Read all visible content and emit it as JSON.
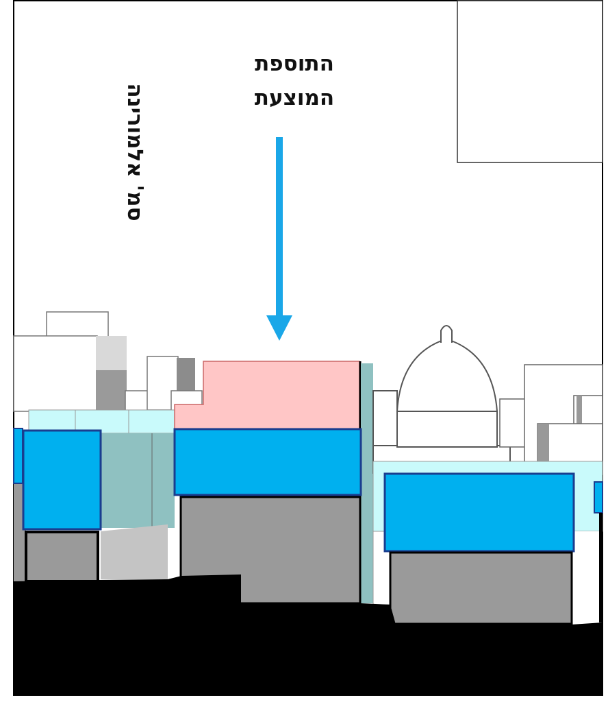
{
  "labels": {
    "proposed_addition_line1": "התוספת",
    "proposed_addition_line2": "המוצעת",
    "street_name": "סמ' אלמורינה"
  },
  "colors": {
    "proposed_addition": "#ffc6c6",
    "existing_blue": "#00b0ef",
    "arrow": "#1aa7e8",
    "ground": "#000000",
    "base_gray": "#9a9a9a",
    "light_cyan": "#c9fafb",
    "teal_wall": "#8fc1c1"
  },
  "icons": {
    "arrow": "arrow-down-icon"
  }
}
